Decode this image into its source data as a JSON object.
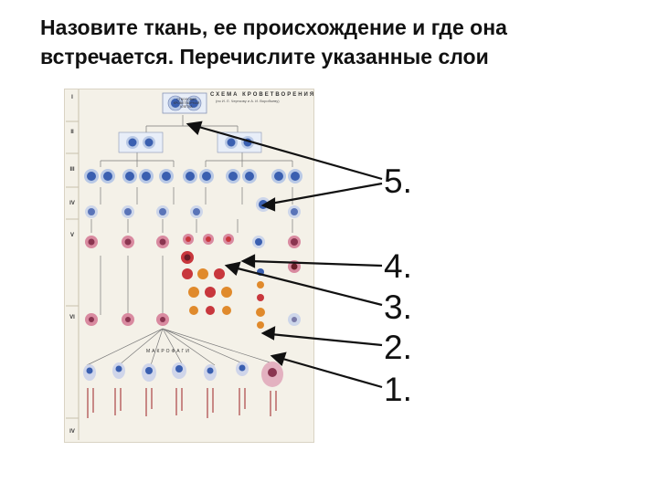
{
  "title": {
    "line1": "Назовите ткань, ее происхождение и где она",
    "line2": "встречается. Перечислите указанные слои"
  },
  "scheme": {
    "header": "СХЕМА КРОВЕТВОРЕНИЯ",
    "subheader": "(по И. Л. Чертковy и А. И. Воробьеву)",
    "class_ticks": [
      "I",
      "II",
      "III",
      "IV",
      "V",
      "VI",
      "IV"
    ],
    "top_box": "СТВОЛОВАЯ КРОВЕТВОРНАЯ КЛЕТКА",
    "macrophage_label": "МАКРОФАГИ",
    "colors": {
      "nucleus_blue": "#3a5fb0",
      "cell_pale": "#b9c9e6",
      "cell_red": "#c8373d",
      "cell_pink": "#d98aa0",
      "cell_orange": "#e08a2c",
      "arrow": "#111111"
    }
  },
  "labels": [
    "5.",
    "4.",
    "3.",
    "2.",
    "1."
  ]
}
